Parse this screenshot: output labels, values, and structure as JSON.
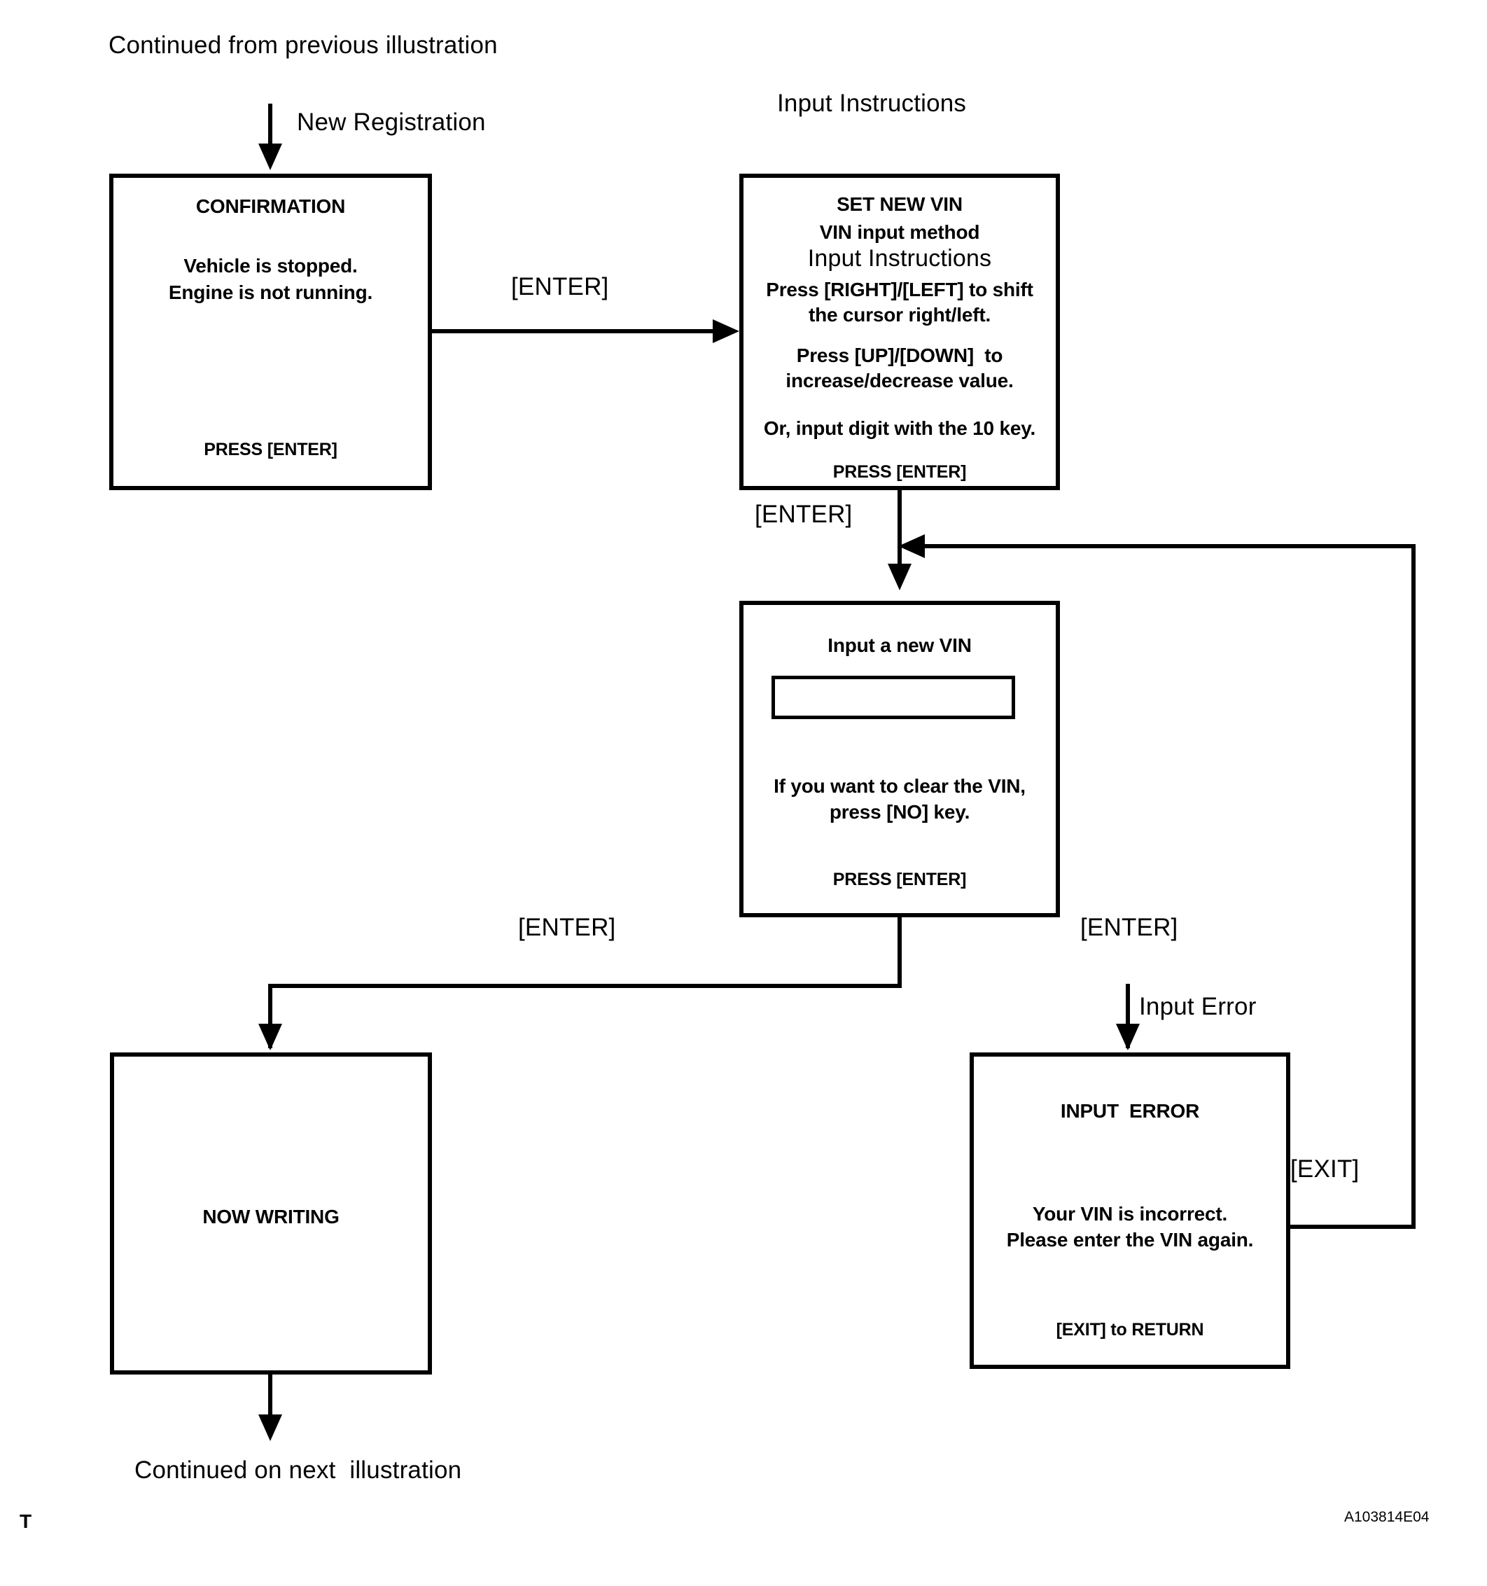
{
  "figure": {
    "top_note": "Continued from previous illustration",
    "bottom_note": "Continued on next  illustration",
    "corner_mark": "T",
    "figure_code": "A103814E04",
    "section_heading": "Input Instructions"
  },
  "edges": {
    "new_registration": "New Registration",
    "enter_confirm_to_setvin": "[ENTER]",
    "enter_setvin_to_input": "[ENTER]",
    "enter_input_to_writing": "[ENTER]",
    "enter_input_to_error": "[ENTER]",
    "input_error": "Input Error",
    "exit_return": "[EXIT]"
  },
  "screens": {
    "confirmation": {
      "title": "CONFIRMATION",
      "body": [
        "Vehicle is stopped.",
        "Engine is not running."
      ],
      "footer": "PRESS [ENTER]"
    },
    "set_new_vin": {
      "title": "SET NEW VIN",
      "subtitle": "VIN input method",
      "heading": "Input Instructions",
      "body": [
        "Press [RIGHT]/[LEFT] to shift",
        "the cursor right/left.",
        "Press [UP]/[DOWN]  to",
        "increase/decrease value.",
        "Or, input digit with the 10 key."
      ],
      "footer": "PRESS [ENTER]"
    },
    "input_new_vin": {
      "title": "Input a new VIN",
      "field_value": "",
      "body": [
        "If you want to clear the VIN,",
        "press [NO] key."
      ],
      "footer": "PRESS [ENTER]"
    },
    "now_writing": {
      "title": "NOW WRITING"
    },
    "input_error": {
      "title": "INPUT  ERROR",
      "body": [
        "Your VIN is incorrect.",
        "Please enter the VIN again."
      ],
      "footer": "[EXIT] to RETURN"
    }
  }
}
